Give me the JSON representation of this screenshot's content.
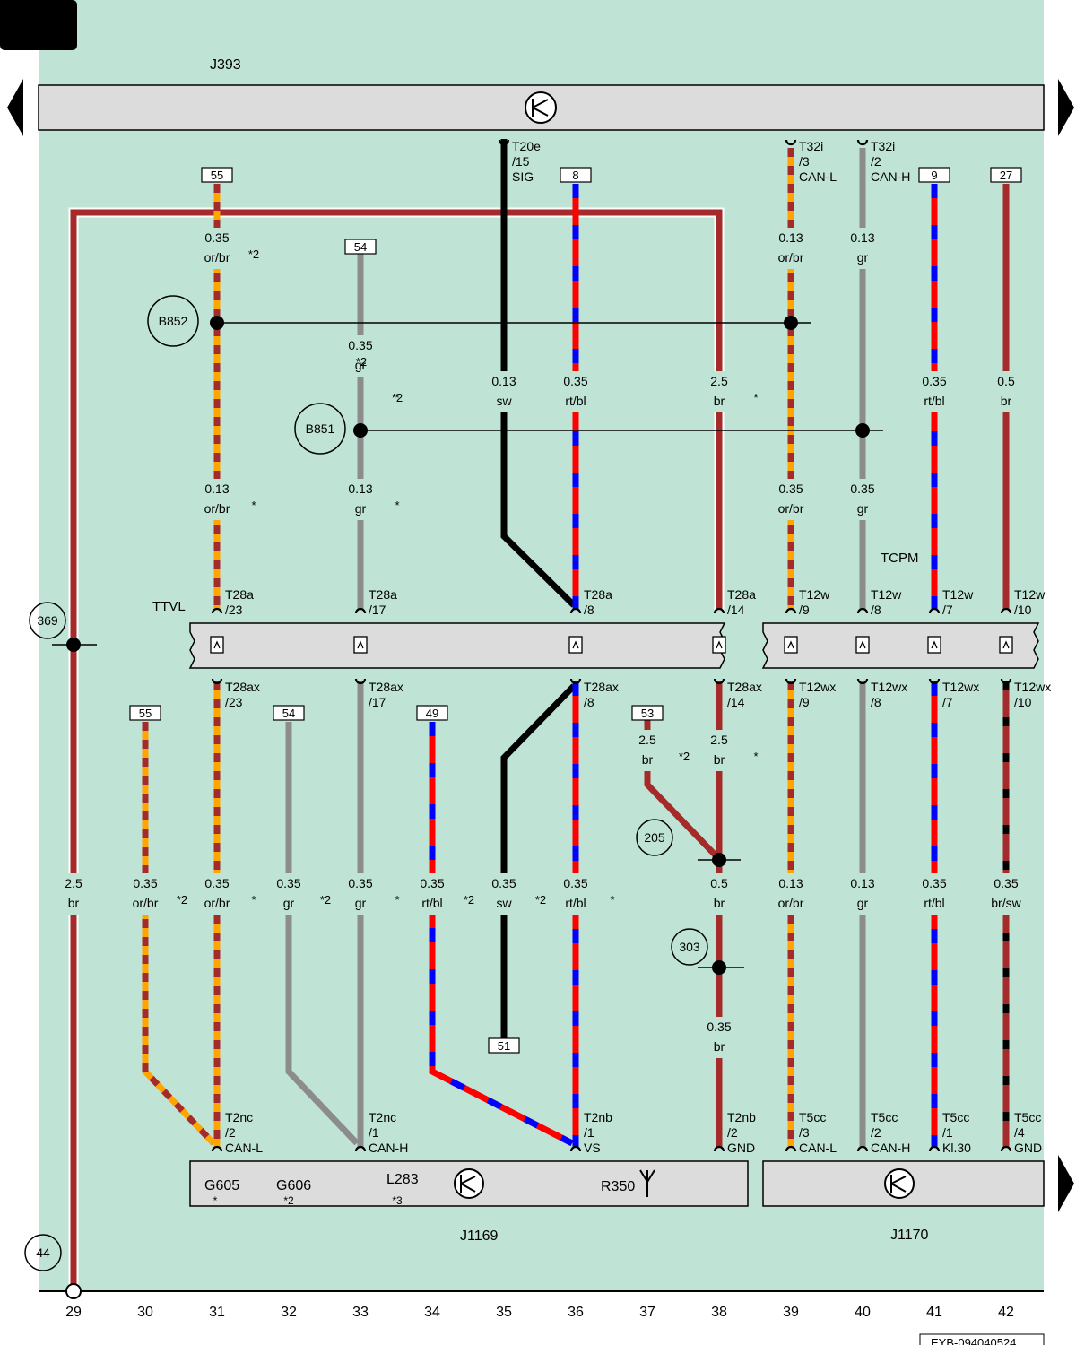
{
  "colors": {
    "background": "#bfe4d6",
    "component_fill": "#dcdcdc",
    "br": "#a52a2a",
    "or": "#ffa500",
    "gr": "#8c8c8c",
    "sw": "#000000",
    "rt": "#ff0000",
    "bl": "#0000ff"
  },
  "page": {
    "doc_id": "EYB-094040524"
  },
  "components": {
    "top": {
      "name": "J393"
    },
    "bottom_left": {
      "name": "J1169",
      "labels": [
        "G605",
        "G606",
        "L283",
        "R350"
      ],
      "notes": [
        "*",
        "*2",
        "*3"
      ]
    },
    "bottom_right": {
      "name": "J1170"
    },
    "connector_left": {
      "name": "TTVL"
    },
    "connector_right": {
      "name": "TCPM"
    }
  },
  "splices": [
    "B852",
    "B851"
  ],
  "references": [
    "369",
    "205",
    "303",
    "44"
  ],
  "columns": [
    "29",
    "30",
    "31",
    "32",
    "33",
    "34",
    "35",
    "36",
    "37",
    "38",
    "39",
    "40",
    "41",
    "42"
  ],
  "boxes": [
    "55",
    "54",
    "8",
    "9",
    "27",
    "55",
    "54",
    "49",
    "53",
    "51"
  ],
  "pins": [
    {
      "line1": "T20e",
      "line2": "/15",
      "line3": "SIG"
    },
    {
      "line1": "T32i",
      "line2": "/3",
      "line3": "CAN-L"
    },
    {
      "line1": "T32i",
      "line2": "/2",
      "line3": "CAN-H"
    },
    {
      "line1": "T28a",
      "line2": "/23"
    },
    {
      "line1": "T28a",
      "line2": "/17"
    },
    {
      "line1": "T28a",
      "line2": "/8"
    },
    {
      "line1": "T28a",
      "line2": "/14"
    },
    {
      "line1": "T12w",
      "line2": "/9"
    },
    {
      "line1": "T12w",
      "line2": "/8"
    },
    {
      "line1": "T12w",
      "line2": "/7"
    },
    {
      "line1": "T12w",
      "line2": "/10"
    },
    {
      "line1": "T28ax",
      "line2": "/23"
    },
    {
      "line1": "T28ax",
      "line2": "/17"
    },
    {
      "line1": "T28ax",
      "line2": "/8"
    },
    {
      "line1": "T28ax",
      "line2": "/14"
    },
    {
      "line1": "T12wx",
      "line2": "/9"
    },
    {
      "line1": "T12wx",
      "line2": "/8"
    },
    {
      "line1": "T12wx",
      "line2": "/7"
    },
    {
      "line1": "T12wx",
      "line2": "/10"
    },
    {
      "line1": "T2nc",
      "line2": "/2",
      "line3": "CAN-L"
    },
    {
      "line1": "T2nc",
      "line2": "/1",
      "line3": "CAN-H"
    },
    {
      "line1": "T2nb",
      "line2": "/1",
      "line3": "VS"
    },
    {
      "line1": "T2nb",
      "line2": "/2",
      "line3": "GND"
    },
    {
      "line1": "T5cc",
      "line2": "/3",
      "line3": "CAN-L"
    },
    {
      "line1": "T5cc",
      "line2": "/2",
      "line3": "CAN-H"
    },
    {
      "line1": "T5cc",
      "line2": "/1",
      "line3": "Kl.30"
    },
    {
      "line1": "T5cc",
      "line2": "/4",
      "line3": "GND"
    }
  ],
  "wire_labels": [
    {
      "size": "0.35",
      "color": "or/br",
      "note": "*2"
    },
    {
      "size": "0.35",
      "color": "gr",
      "note": "*2"
    },
    {
      "size": "0.13",
      "color": "sw",
      "note": "*2"
    },
    {
      "size": "0.35",
      "color": "rt/bl",
      "note": "*"
    },
    {
      "size": "2.5",
      "color": "br",
      "note": "*"
    },
    {
      "size": "0.13",
      "color": "or/br",
      "note": ""
    },
    {
      "size": "0.13",
      "color": "gr",
      "note": ""
    },
    {
      "size": "0.35",
      "color": "rt/bl",
      "note": ""
    },
    {
      "size": "0.5",
      "color": "br",
      "note": ""
    },
    {
      "size": "0.13",
      "color": "or/br",
      "note": "*"
    },
    {
      "size": "0.13",
      "color": "gr",
      "note": "*"
    },
    {
      "size": "0.35",
      "color": "or/br",
      "note": ""
    },
    {
      "size": "0.35",
      "color": "gr",
      "note": ""
    },
    {
      "size": "2.5",
      "color": "br",
      "note": "*2"
    },
    {
      "size": "2.5",
      "color": "br",
      "note": "*"
    },
    {
      "size": "2.5",
      "color": "br",
      "note": ""
    },
    {
      "size": "0.35",
      "color": "or/br",
      "note": "*2"
    },
    {
      "size": "0.35",
      "color": "or/br",
      "note": "*"
    },
    {
      "size": "0.35",
      "color": "gr",
      "note": "*2"
    },
    {
      "size": "0.35",
      "color": "gr",
      "note": "*"
    },
    {
      "size": "0.35",
      "color": "rt/bl",
      "note": "*2"
    },
    {
      "size": "0.35",
      "color": "sw",
      "note": "*2"
    },
    {
      "size": "0.35",
      "color": "rt/bl",
      "note": "*"
    },
    {
      "size": "0.5",
      "color": "br",
      "note": ""
    },
    {
      "size": "0.13",
      "color": "or/br",
      "note": ""
    },
    {
      "size": "0.13",
      "color": "gr",
      "note": ""
    },
    {
      "size": "0.35",
      "color": "rt/bl",
      "note": ""
    },
    {
      "size": "0.35",
      "color": "br/sw",
      "note": ""
    },
    {
      "size": "0.35",
      "color": "br",
      "note": ""
    }
  ]
}
